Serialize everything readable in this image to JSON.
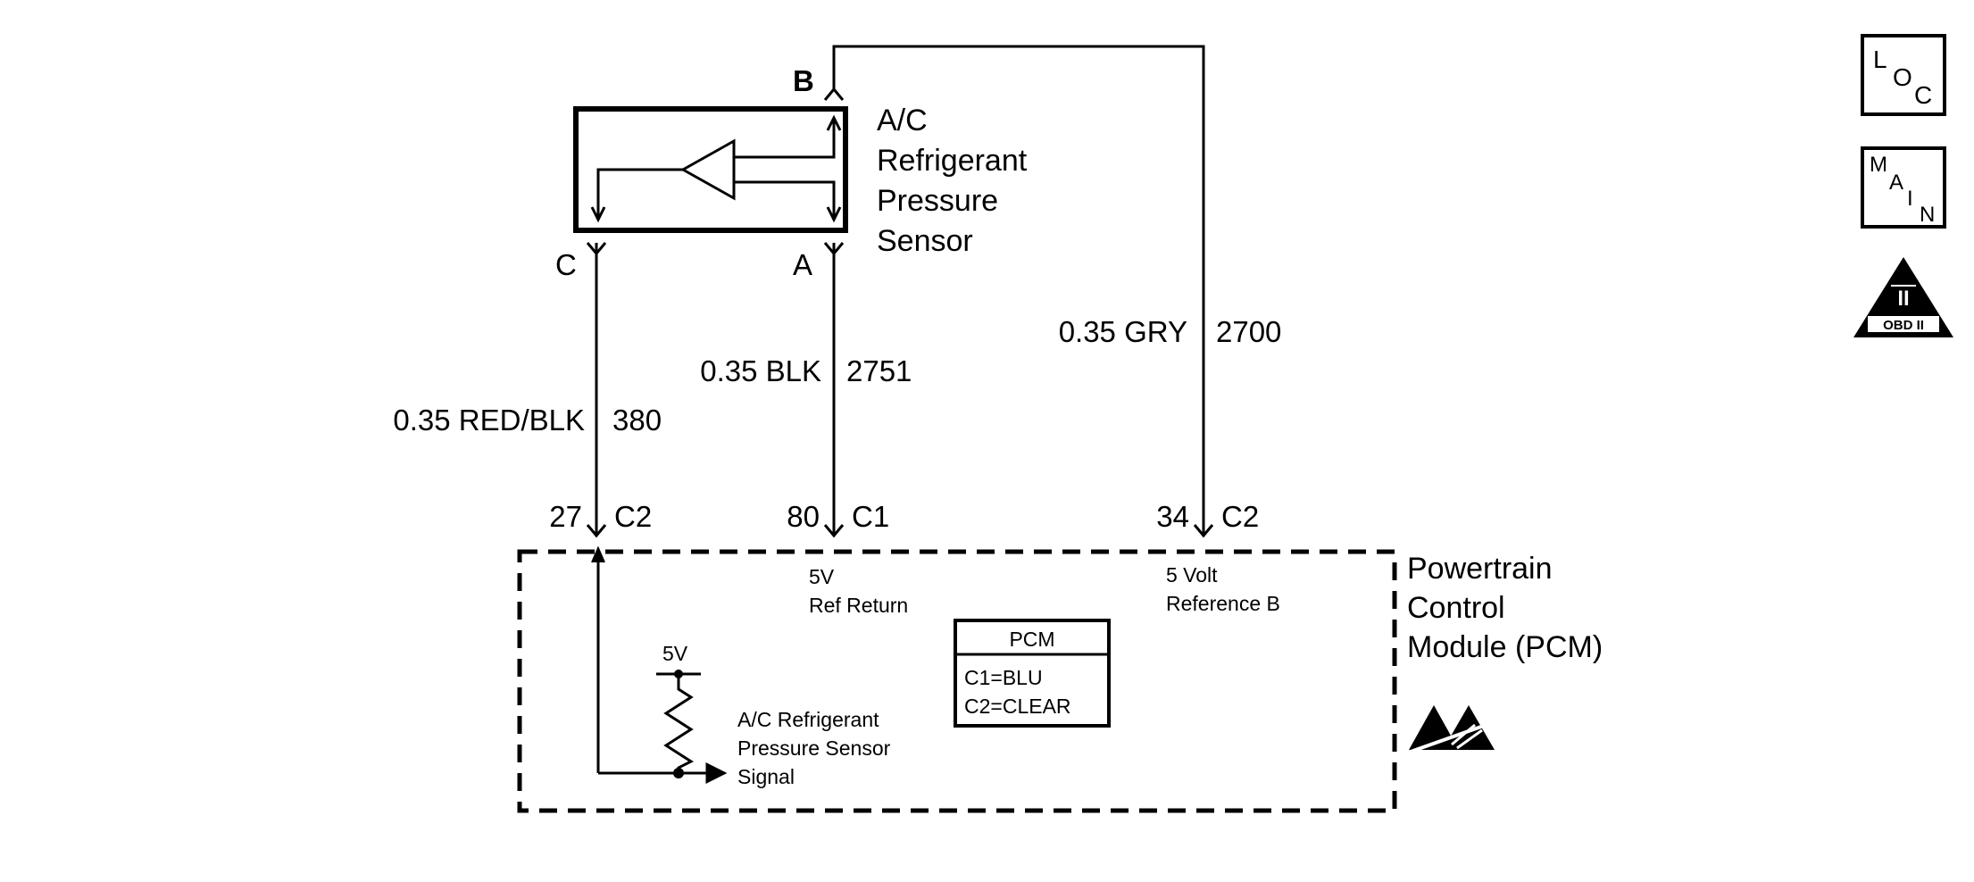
{
  "sensor": {
    "name_lines": [
      "A/C",
      "Refrigerant",
      "Pressure",
      "Sensor"
    ],
    "pins": {
      "b": "B",
      "c": "C",
      "a": "A"
    }
  },
  "wires": {
    "c": {
      "color": "0.35 RED/BLK",
      "circuit": "380"
    },
    "a": {
      "color": "0.35 BLK",
      "circuit": "2751"
    },
    "b": {
      "color": "0.35 GRY",
      "circuit": "2700"
    }
  },
  "pcm_pins": {
    "c": {
      "pin": "27",
      "connector": "C2"
    },
    "a": {
      "pin": "80",
      "connector": "C1"
    },
    "b": {
      "pin": "34",
      "connector": "C2"
    }
  },
  "pcm": {
    "name_lines": [
      "Powertrain",
      "Control",
      "Module (PCM)"
    ],
    "ref_return_lines": [
      "5V",
      "Ref Return"
    ],
    "ref_b_lines": [
      "5 Volt",
      "Reference B"
    ],
    "pullup_voltage": "5V",
    "signal_lines": [
      "A/C Refrigerant",
      "Pressure Sensor",
      "Signal"
    ],
    "legend": {
      "title": "PCM",
      "c1": "C1=BLU",
      "c2": "C2=CLEAR"
    }
  },
  "side_icons": {
    "loc": {
      "l": "L",
      "o": "O",
      "c": "C",
      "icon": "location-icon"
    },
    "main": {
      "m": "M",
      "a": "A",
      "i": "I",
      "n": "N",
      "icon": "main-icon"
    },
    "obd": {
      "roman": "II",
      "label": "OBD II",
      "icon": "obd-ii-icon"
    }
  }
}
